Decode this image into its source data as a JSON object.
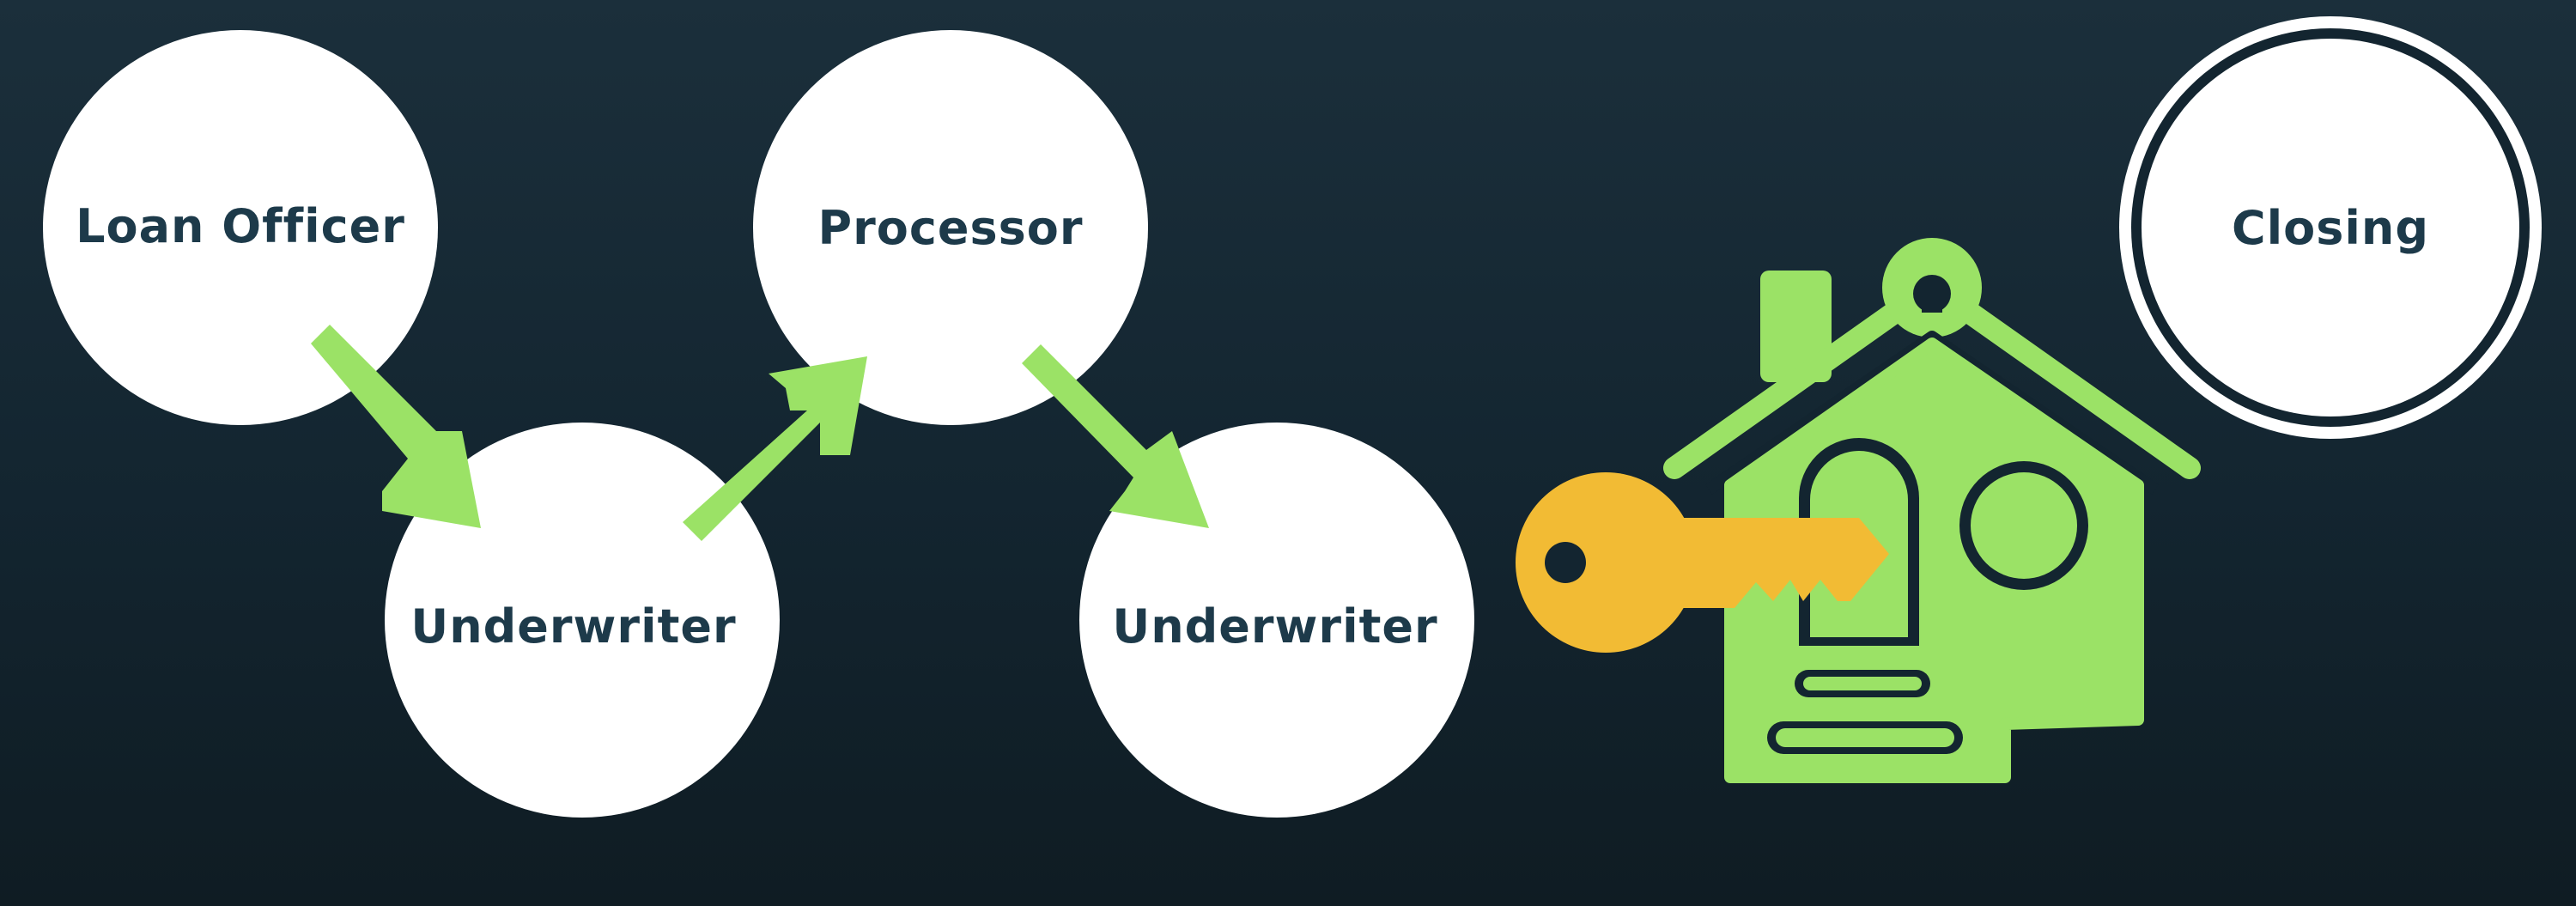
{
  "diagram": {
    "nodes": [
      {
        "id": "loan-officer",
        "label": "Loan Officer"
      },
      {
        "id": "underwriter-1",
        "label": "Underwriter"
      },
      {
        "id": "processor",
        "label": "Processor"
      },
      {
        "id": "underwriter-2",
        "label": "Underwriter"
      },
      {
        "id": "closing",
        "label": "Closing"
      }
    ],
    "edges": [
      {
        "from": "loan-officer",
        "to": "underwriter-1"
      },
      {
        "from": "underwriter-1",
        "to": "processor"
      },
      {
        "from": "processor",
        "to": "underwriter-2"
      }
    ],
    "icon": "house-with-key-icon"
  },
  "colors": {
    "background": "#132530",
    "node_fill": "#ffffff",
    "label": "#1d3a4a",
    "arrow": "#9be266",
    "house": "#9be266",
    "key": "#f2bb34"
  }
}
